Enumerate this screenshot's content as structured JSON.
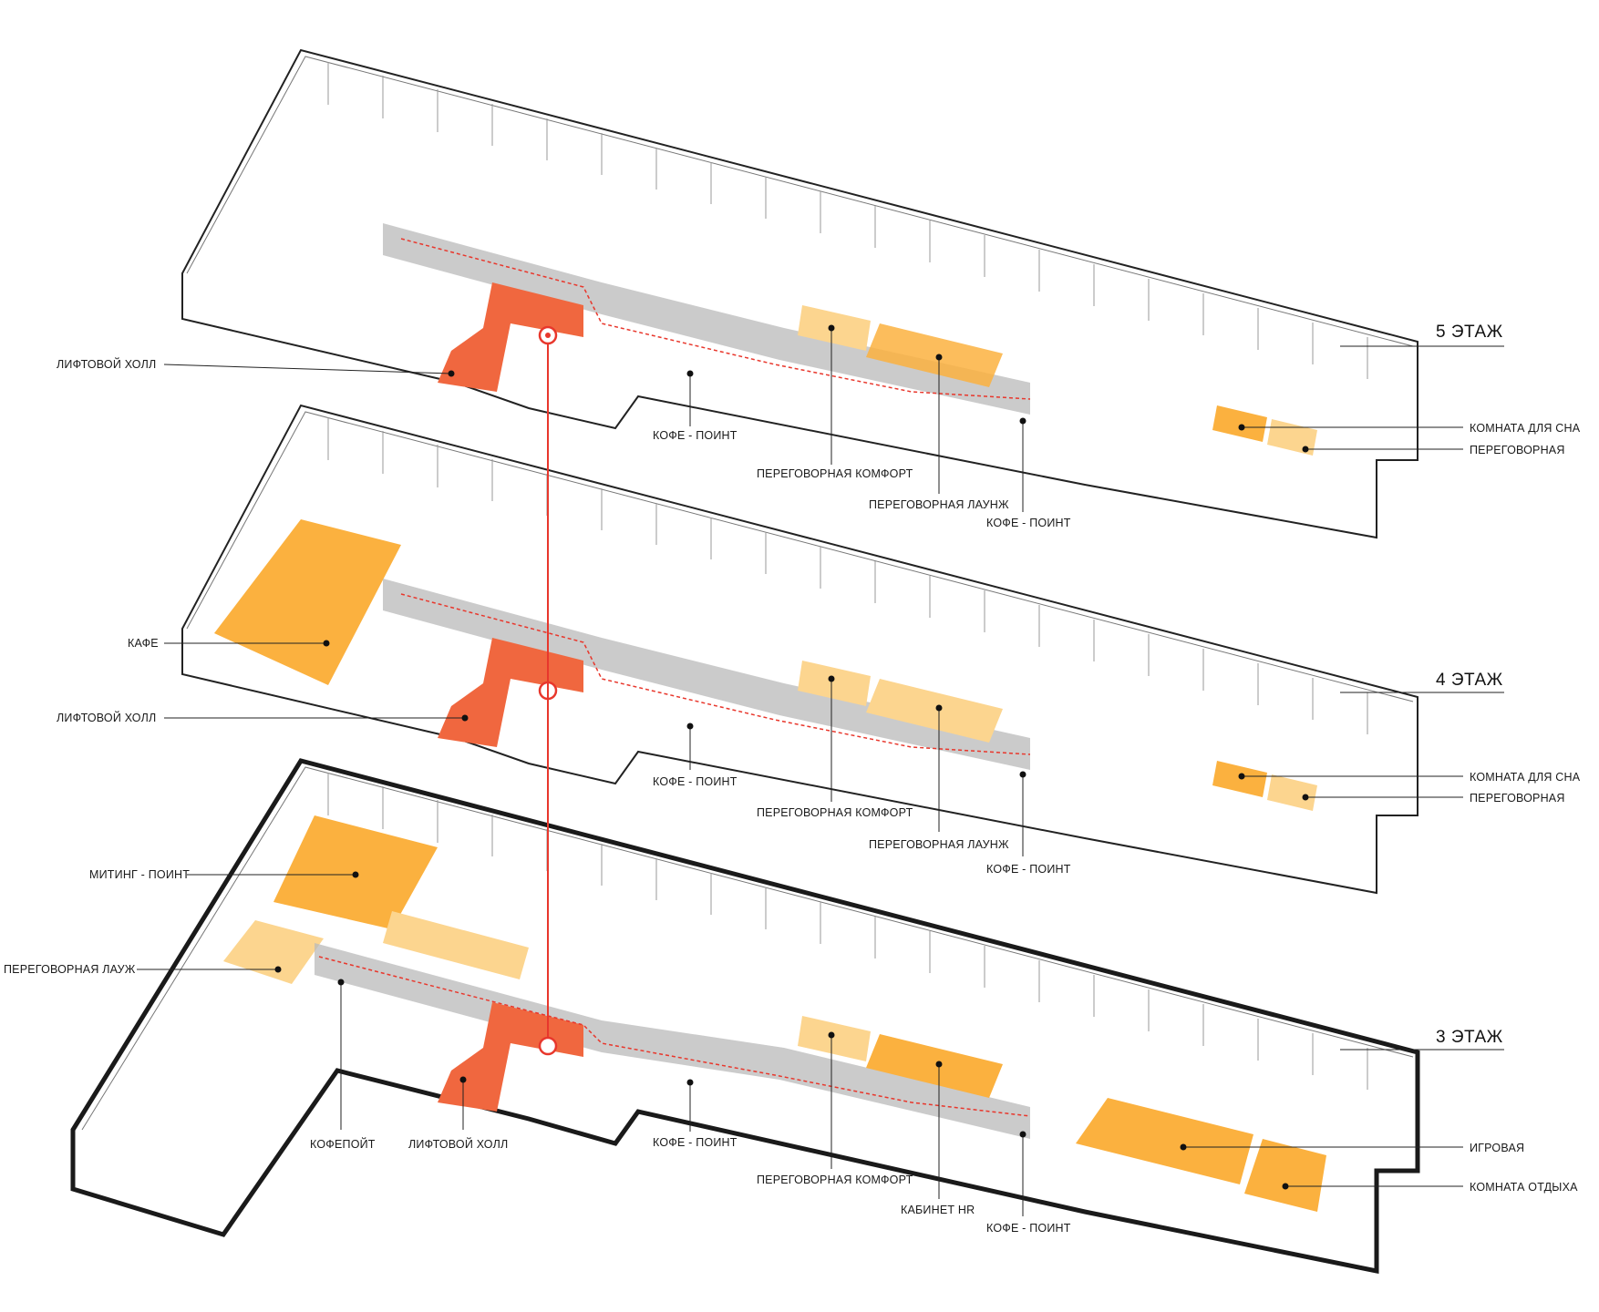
{
  "colors": {
    "lift_hall": "#f0673f",
    "highlight": "#fbb13f",
    "highlight_light": "#fcd58f",
    "corridor": "#b9b9b9",
    "wall": "#222222",
    "route": "#e8372c"
  },
  "floors": [
    {
      "id": "floor5",
      "label": "5 ЭТАЖ",
      "labels": [
        {
          "id": "lift-hall-5",
          "text": "ЛИФТОВОЙ ХОЛЛ"
        },
        {
          "id": "coffee-point-5a",
          "text": "КОФЕ - ПОИНТ"
        },
        {
          "id": "meeting-comfort-5",
          "text": "ПЕРЕГОВОРНАЯ КОМФОРТ"
        },
        {
          "id": "meeting-lounge-5",
          "text": "ПЕРЕГОВОРНАЯ ЛАУНЖ"
        },
        {
          "id": "coffee-point-5b",
          "text": "КОФЕ - ПОИНТ"
        },
        {
          "id": "sleep-room-5",
          "text": "КОМНАТА ДЛЯ СНА"
        },
        {
          "id": "meeting-room-5",
          "text": "ПЕРЕГОВОРНАЯ"
        }
      ]
    },
    {
      "id": "floor4",
      "label": "4 ЭТАЖ",
      "labels": [
        {
          "id": "cafe-4",
          "text": "КАФЕ"
        },
        {
          "id": "lift-hall-4",
          "text": "ЛИФТОВОЙ ХОЛЛ"
        },
        {
          "id": "coffee-point-4a",
          "text": "КОФЕ - ПОИНТ"
        },
        {
          "id": "meeting-comfort-4",
          "text": "ПЕРЕГОВОРНАЯ КОМФОРТ"
        },
        {
          "id": "meeting-lounge-4",
          "text": "ПЕРЕГОВОРНАЯ ЛАУНЖ"
        },
        {
          "id": "coffee-point-4b",
          "text": "КОФЕ - ПОИНТ"
        },
        {
          "id": "sleep-room-4",
          "text": "КОМНАТА ДЛЯ СНА"
        },
        {
          "id": "meeting-room-4",
          "text": "ПЕРЕГОВОРНАЯ"
        }
      ]
    },
    {
      "id": "floor3",
      "label": "3 ЭТАЖ",
      "labels": [
        {
          "id": "meeting-point-3",
          "text": "МИТИНГ - ПОИНТ"
        },
        {
          "id": "meeting-lounge-3a",
          "text": "ПЕРЕГОВОРНАЯ ЛАУЖ"
        },
        {
          "id": "coffee-corner-3",
          "text": "КОФЕПОЙТ"
        },
        {
          "id": "lift-hall-3",
          "text": "ЛИФТОВОЙ ХОЛЛ"
        },
        {
          "id": "coffee-point-3a",
          "text": "КОФЕ - ПОИНТ"
        },
        {
          "id": "meeting-comfort-3",
          "text": "ПЕРЕГОВОРНАЯ КОМФОРТ"
        },
        {
          "id": "hr-office-3",
          "text": "КАБИНЕТ HR"
        },
        {
          "id": "coffee-point-3b",
          "text": "КОФЕ - ПОИНТ"
        },
        {
          "id": "game-room-3",
          "text": "ИГРОВАЯ"
        },
        {
          "id": "rest-room-3",
          "text": "КОМНАТА ОТДЫХА"
        }
      ]
    }
  ]
}
